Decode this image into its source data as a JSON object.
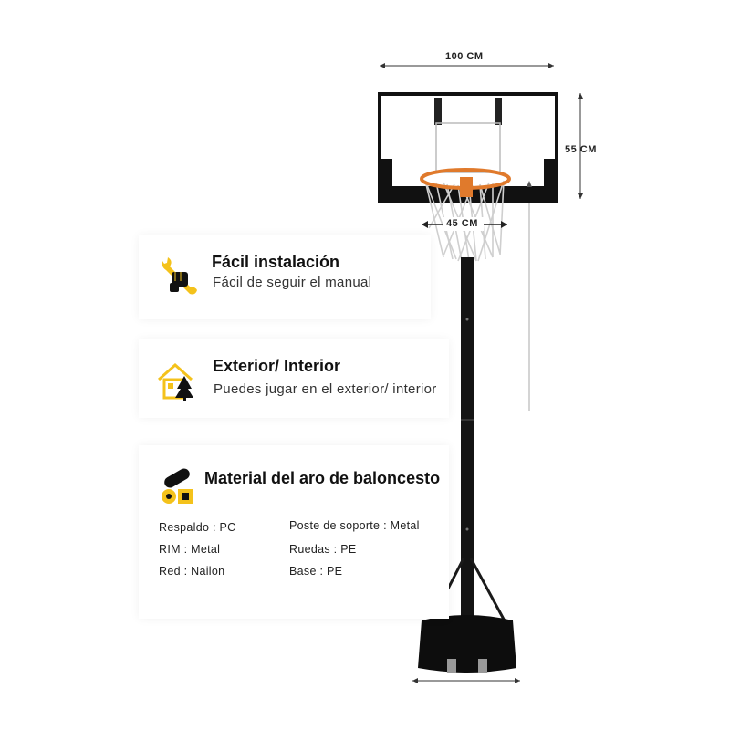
{
  "dimensions": {
    "board_width": "100 CM",
    "board_height": "55 CM",
    "rim_diameter": "45 CM"
  },
  "features": [
    {
      "icon": "wrench-fist-icon",
      "title": "Fácil instalación",
      "description": "Fácil de seguir el manual"
    },
    {
      "icon": "house-tree-icon",
      "title": "Exterior/ Interior",
      "description": "Puedes jugar en el exterior/ interior"
    },
    {
      "icon": "material-rolls-icon",
      "title": "Material del aro de baloncesto",
      "description": ""
    }
  ],
  "specs": {
    "left": [
      "Respaldo : PC",
      "RIM : Metal",
      "Red : Nailon"
    ],
    "right": [
      "Poste de soporte : Metal",
      "Ruedas : PE",
      "Base : PE"
    ]
  },
  "colors": {
    "accent": "#f4c21b",
    "rim": "#e07a2c",
    "frame": "#111111"
  }
}
